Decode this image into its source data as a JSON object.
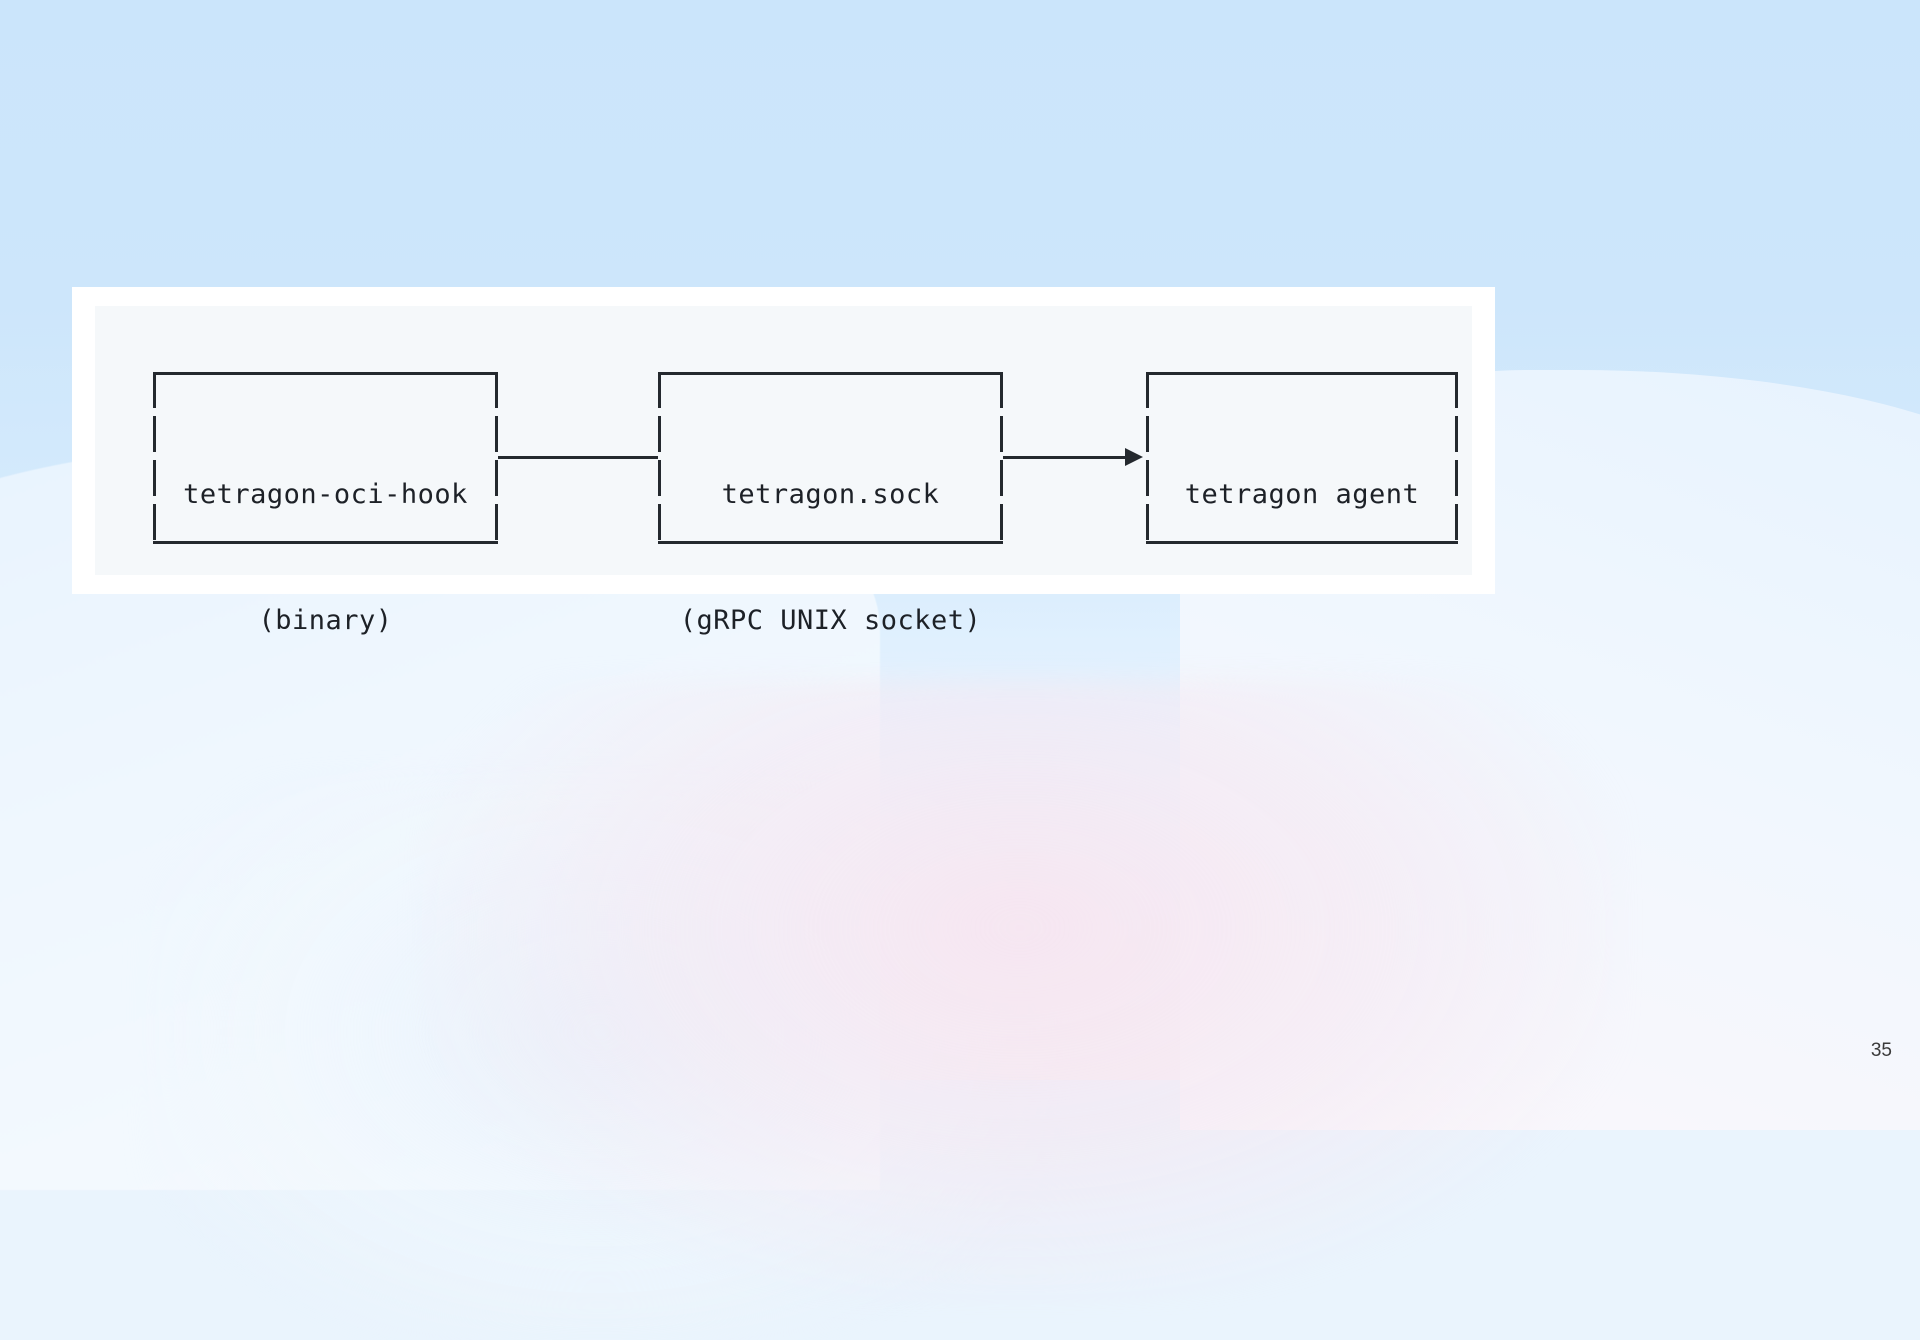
{
  "slide": {
    "page_number": "35",
    "background_colors": {
      "top": "#cbe5fb",
      "bottom": "#f7eff4",
      "card": "#ffffff",
      "panel": "#f5f8fa"
    }
  },
  "diagram": {
    "type": "ascii-flow",
    "stroke_color": "#24292e",
    "boxes": [
      {
        "id": "tetragon-oci-hook",
        "line1": "tetragon-oci-hook",
        "line2": "(binary)"
      },
      {
        "id": "tetragon-sock",
        "line1": "tetragon.sock",
        "line2": "(gRPC UNIX socket)"
      },
      {
        "id": "tetragon-agent",
        "line1": "tetragon agent",
        "line2": ""
      }
    ],
    "connectors": [
      {
        "id": "hook-to-sock",
        "from": "tetragon-oci-hook",
        "to": "tetragon-sock",
        "arrow": false
      },
      {
        "id": "sock-to-agent",
        "from": "tetragon-sock",
        "to": "tetragon-agent",
        "arrow": true
      }
    ]
  }
}
